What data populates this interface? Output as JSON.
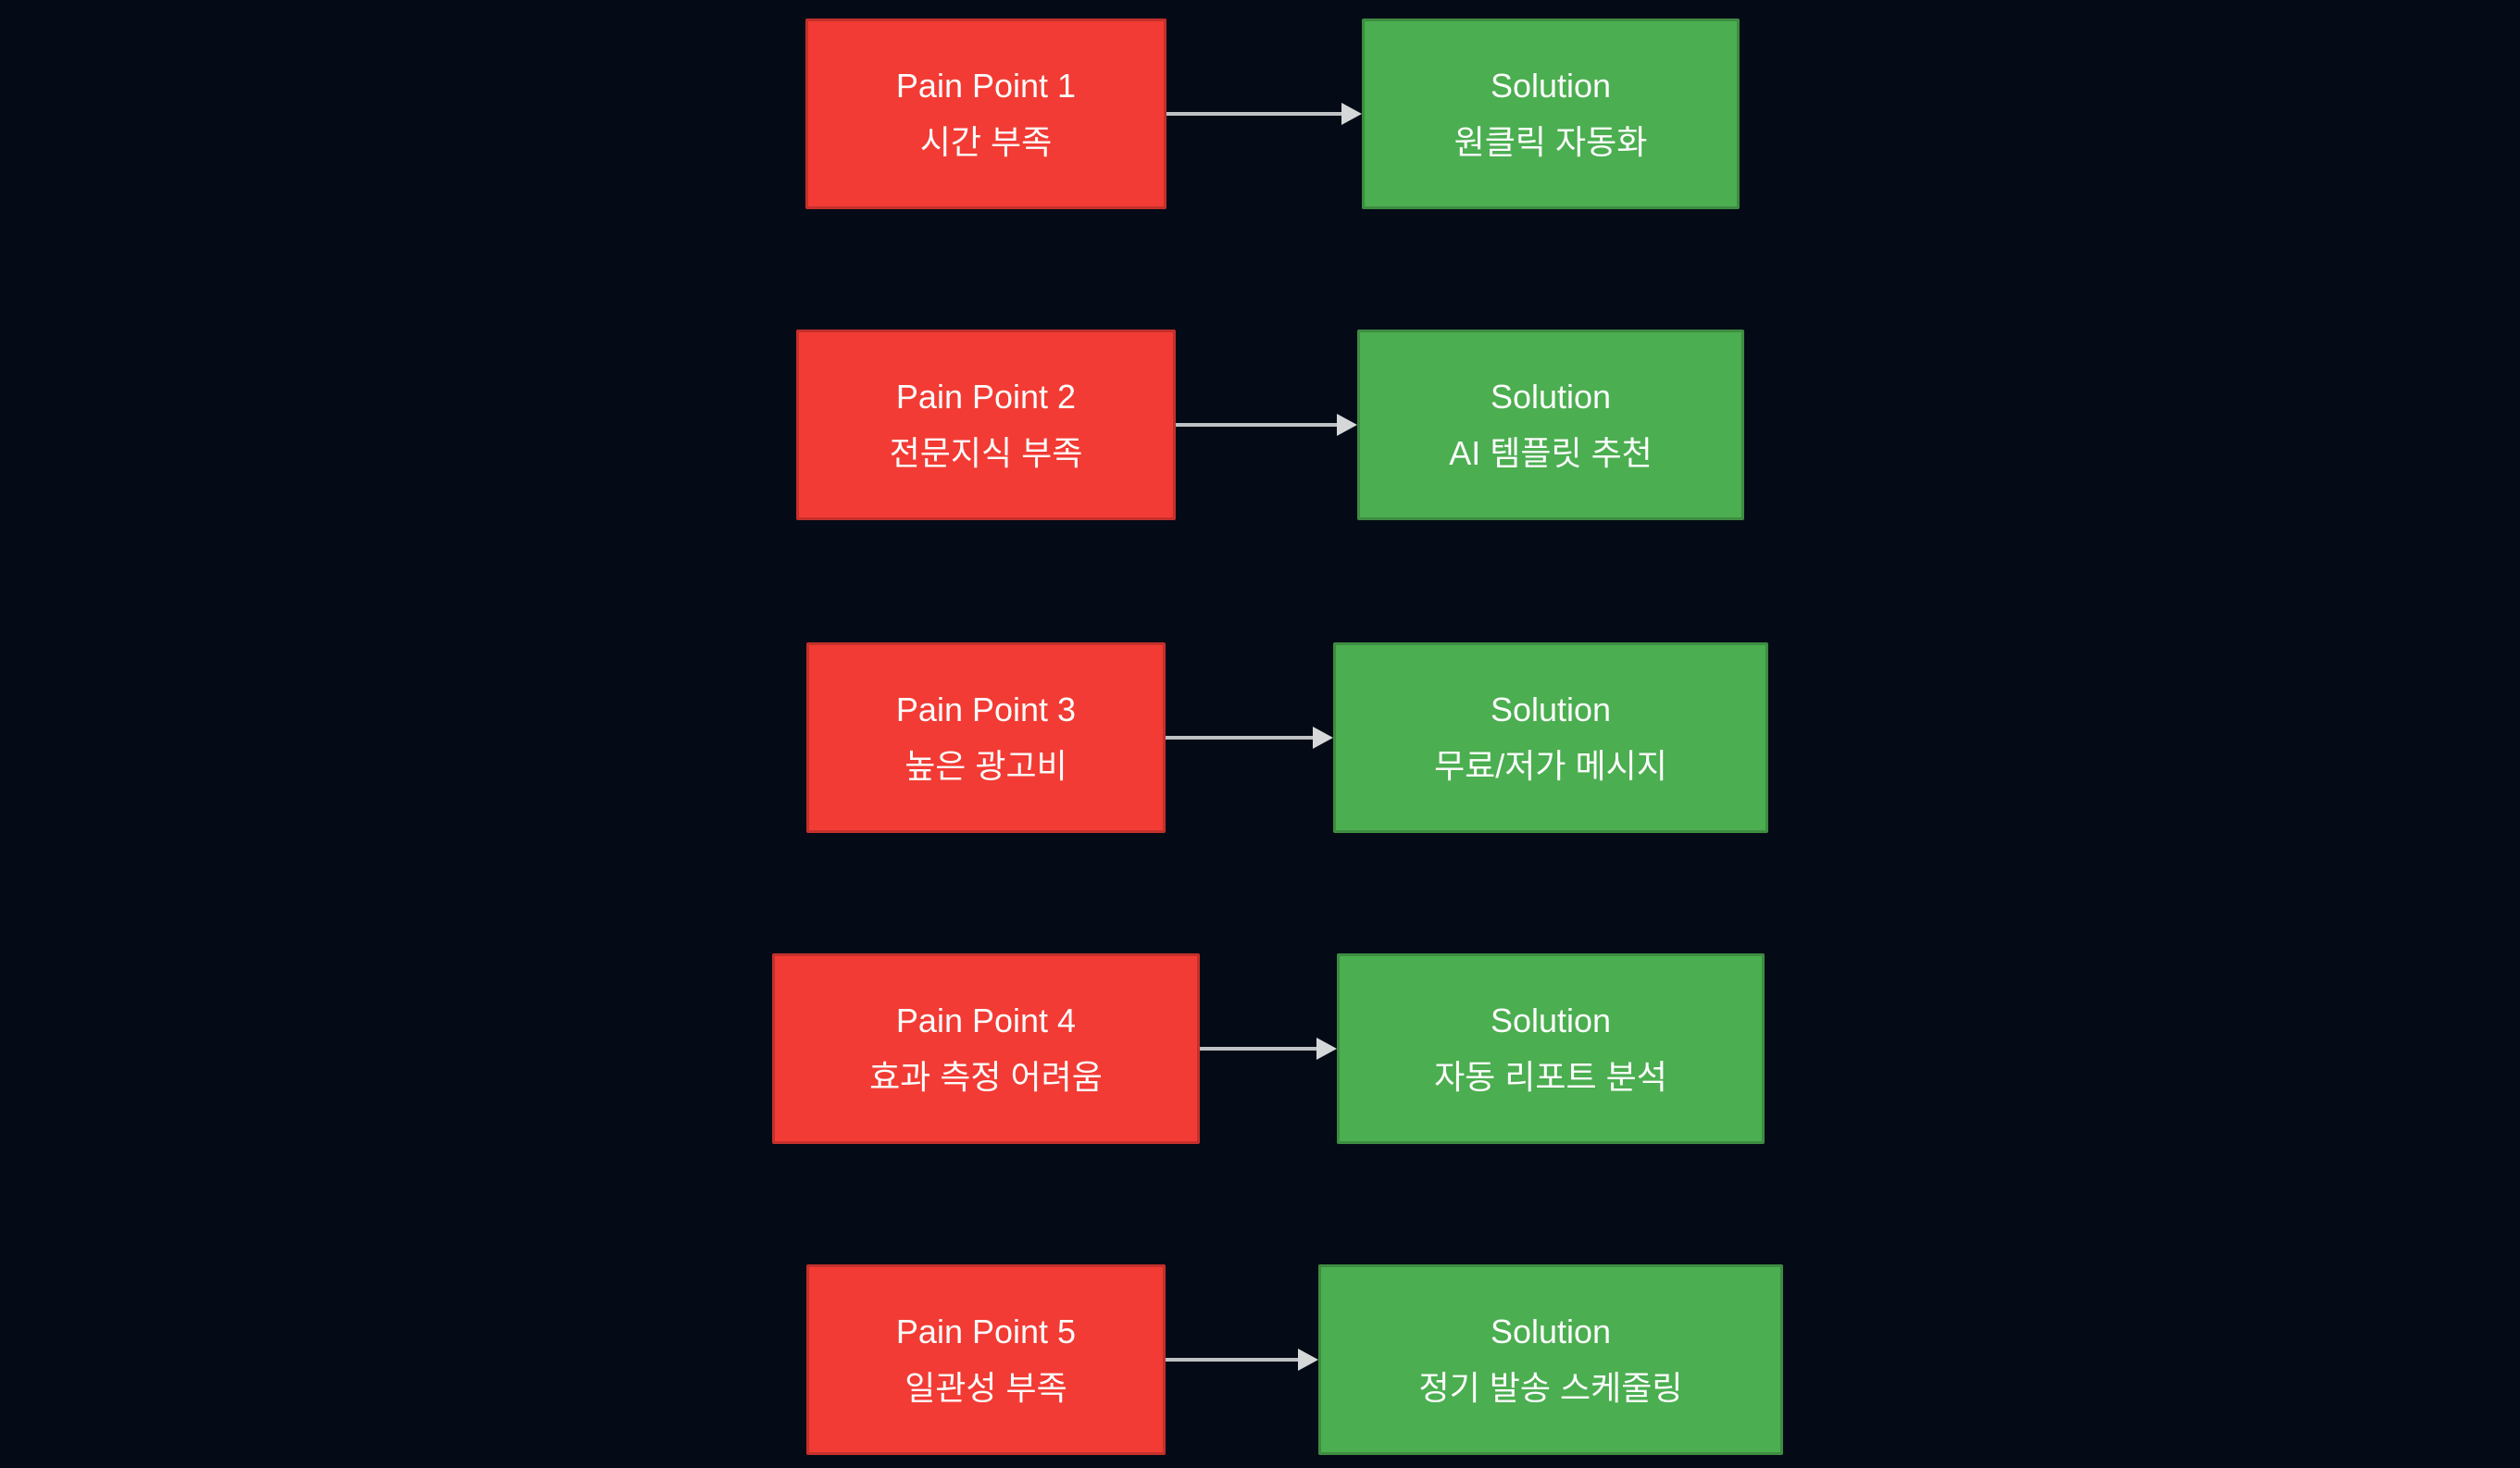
{
  "diagram": {
    "background_color": "#040A16",
    "pain_color": "#F23B34",
    "solution_color": "#4BAE50",
    "arrow_color": "#BFC2C4",
    "text_color": "#FCFCFC",
    "rows": [
      {
        "pain_title": "Pain Point 1",
        "pain_text": "시간 부족",
        "solution_title": "Solution",
        "solution_text": "원클릭 자동화"
      },
      {
        "pain_title": "Pain Point 2",
        "pain_text": "전문지식 부족",
        "solution_title": "Solution",
        "solution_text": "AI 템플릿 추천"
      },
      {
        "pain_title": "Pain Point 3",
        "pain_text": "높은 광고비",
        "solution_title": "Solution",
        "solution_text": "무료/저가 메시지"
      },
      {
        "pain_title": "Pain Point 4",
        "pain_text": "효과 측정 어려움",
        "solution_title": "Solution",
        "solution_text": "자동 리포트 분석"
      },
      {
        "pain_title": "Pain Point 5",
        "pain_text": "일관성 부족",
        "solution_title": "Solution",
        "solution_text": "정기 발송 스케줄링"
      }
    ]
  }
}
